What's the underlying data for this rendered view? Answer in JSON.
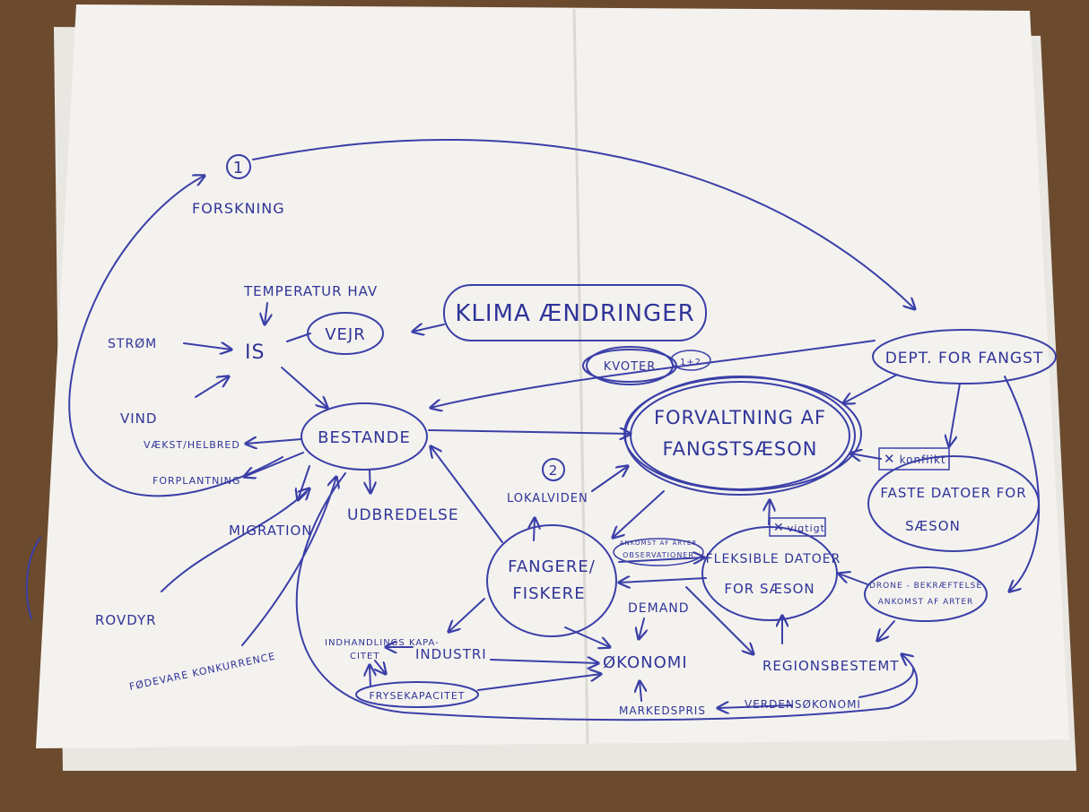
{
  "colors": {
    "ink": "#3a3fa8",
    "paper": "#f4f2ee",
    "table": "#6b4a2e"
  },
  "markers": {
    "one": "1",
    "two": "2",
    "one_plus_two": "1+2"
  },
  "nodes": {
    "forskning": "FORSKNING",
    "temperatur_hav": "TEMPERATUR HAV",
    "strom": "STRØM",
    "is": "IS",
    "vejr": "VEJR",
    "klima": "KLIMA ÆNDRINGER",
    "dept": "DEPT. FOR FANGST",
    "kvoter": "KVOTER",
    "vind": "VIND",
    "bestande": "BESTANDE",
    "forvaltning_line1": "FORVALTNING AF",
    "forvaltning_line2": "FANGSTSÆSON",
    "vaekst": "VÆKST/HELBRED",
    "forplantning": "FORPLANTNING",
    "konflikt": "konflikt",
    "faste_line1": "FASTE DATOER FOR",
    "faste_line2": "SÆSON",
    "lokalviden": "LOKALVIDEN",
    "migration": "MIGRATION",
    "udbredelse": "UDBREDELSE",
    "vigtigt": "vigtigt",
    "ankomst_line1": "ANKOMST AF ARTER",
    "ankomst_line2": "OBSERVATIONER",
    "fleksible_line1": "FLEKSIBLE DATOER",
    "fleksible_line2": "FOR SÆSON",
    "fangere_line1": "FANGERE/",
    "fangere_line2": "FISKERE",
    "drone_line1": "DRONE - BEKRÆFTELSE",
    "drone_line2": "ANKOMST AF ARTER",
    "demand": "DEMAND",
    "rovdyr": "ROVDYR",
    "indhandling_line1": "INDHANDLINGS KAPA-",
    "indhandling_line2": "CITET",
    "industri": "INDUSTRI",
    "okonomi": "ØKONOMI",
    "regionsbestemt": "REGIONSBESTEMT",
    "fodevare": "FØDEVARE KONKURRENCE",
    "frysekapacitet": "FRYSEKAPACITET",
    "markedspris": "MARKEDSPRIS",
    "verdensokonomi": "VERDENSØKONOMI"
  }
}
